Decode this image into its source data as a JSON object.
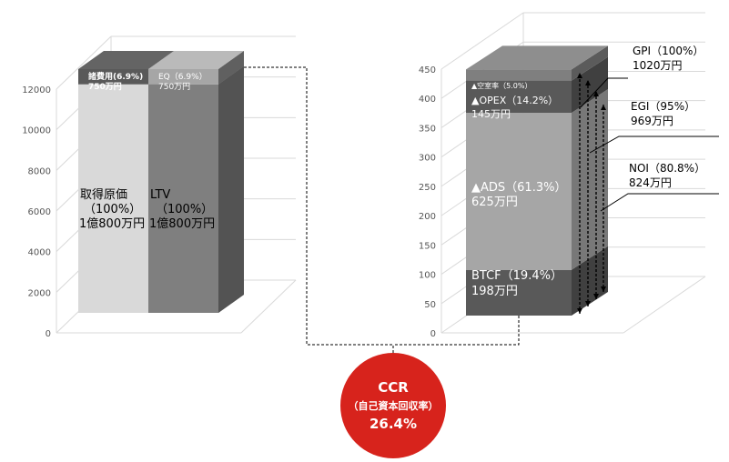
{
  "chart_data": [
    {
      "type": "bar",
      "stacked": true,
      "axis_ticks": [
        "0",
        "2000",
        "4000",
        "6000",
        "8000",
        "10000",
        "12000"
      ],
      "ylim": [
        0,
        12000
      ],
      "bars": [
        {
          "segments": [
            {
              "value": 11250,
              "color": "#d9d9d9",
              "text": [
                "取得原価",
                "（100%）",
                "1億800万円"
              ]
            },
            {
              "value": 750,
              "color": "#595959",
              "text": [
                "諸費用(6.9%)",
                "750万円"
              ]
            }
          ]
        },
        {
          "segments": [
            {
              "value": 11250,
              "color": "#7f7f7f",
              "text": [
                "LTV",
                "（100%）",
                "1億800万円"
              ]
            },
            {
              "value": 750,
              "color": "#a6a6a6",
              "text": [
                "EQ（6.9%）",
                "750万円"
              ]
            }
          ]
        }
      ]
    },
    {
      "type": "bar",
      "stacked": true,
      "axis_ticks": [
        "0",
        "50",
        "100",
        "150",
        "200",
        "250",
        "300",
        "350",
        "400",
        "450"
      ],
      "ylim": [
        0,
        450
      ],
      "bars": [
        {
          "segments": [
            {
              "value": 78,
              "color": "#595959",
              "text": [
                "BTCF（19.4%）",
                "198万円"
              ]
            },
            {
              "value": 268,
              "color": "#a6a6a6",
              "text": [
                "▲ADS（61.3%）",
                "625万円"
              ]
            },
            {
              "value": 55,
              "color": "#595959",
              "text": [
                "▲OPEX（14.2%）",
                "145万円"
              ]
            },
            {
              "value": 19,
              "color": "#7f7f7f",
              "text": [
                "▲空室率（5.0%）"
              ]
            }
          ]
        }
      ],
      "callouts": [
        {
          "lines": [
            "GPI（100%）",
            "1020万円"
          ]
        },
        {
          "lines": [
            "EGI（95%）",
            "969万円"
          ]
        },
        {
          "lines": [
            "NOI（80.8%）",
            "824万円"
          ]
        }
      ]
    }
  ],
  "ccr": {
    "title": "CCR",
    "subtitle": "（自己資本回収率）",
    "value": "26.4%",
    "color": "#d7231c"
  }
}
